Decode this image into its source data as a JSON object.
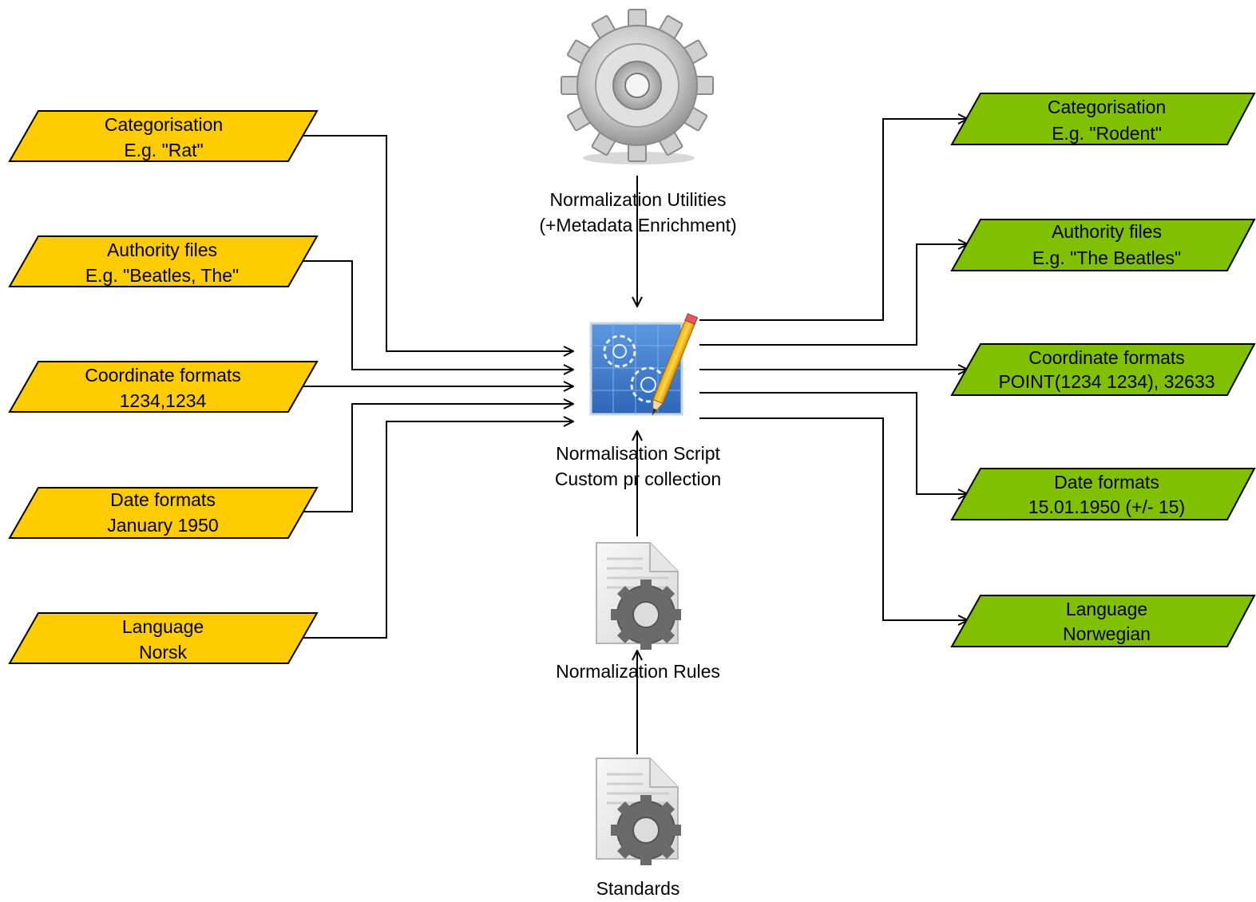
{
  "colors": {
    "input_fill": "#ffcc00",
    "output_fill": "#80c000",
    "stroke": "#000000",
    "text": "#000000",
    "script_blue": "#3f7fd0"
  },
  "inputs": [
    {
      "line1": "Categorisation",
      "line2": "E.g. \"Rat\""
    },
    {
      "line1": "Authority files",
      "line2": "E.g. \"Beatles, The\""
    },
    {
      "line1": "Coordinate formats",
      "line2": "1234,1234"
    },
    {
      "line1": "Date formats",
      "line2": "January 1950"
    },
    {
      "line1": "Language",
      "line2": "Norsk"
    }
  ],
  "outputs": [
    {
      "line1": "Categorisation",
      "line2": "E.g. \"Rodent\""
    },
    {
      "line1": "Authority files",
      "line2": "E.g. \"The Beatles\""
    },
    {
      "line1": "Coordinate formats",
      "line2": "POINT(1234 1234), 32633"
    },
    {
      "line1": "Date formats",
      "line2": "15.01.1950 (+/- 15)"
    },
    {
      "line1": "Language",
      "line2": "Norwegian"
    }
  ],
  "utilities": {
    "icon": "gear-icon",
    "line1": "Normalization Utilities",
    "line2": "(+Metadata Enrichment)"
  },
  "script": {
    "icon": "blueprint-pencil-icon",
    "line1": "Normalisation Script",
    "line2": "Custom pr collection"
  },
  "rules": {
    "icon": "gear-document-icon",
    "label": "Normalization Rules"
  },
  "standards": {
    "icon": "gear-document-icon",
    "label": "Standards"
  }
}
